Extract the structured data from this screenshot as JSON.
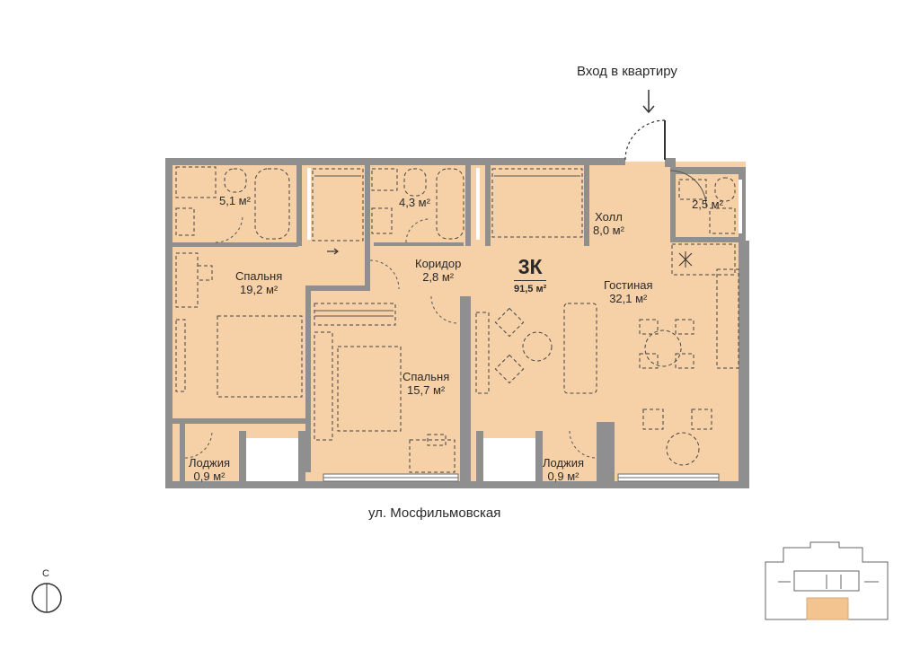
{
  "entrance_label": "Вход в квартиру",
  "street_label": "ул. Мосфильмовская",
  "compass_label": "С",
  "apartment": {
    "type": "3К",
    "total_area": "91,5 м²"
  },
  "rooms": {
    "bath1": {
      "area": "5,1 м²"
    },
    "bath2": {
      "area": "4,3 м²"
    },
    "wc": {
      "area": "2,5 м²"
    },
    "hall": {
      "name": "Холл",
      "area": "8,0 м²"
    },
    "corridor": {
      "name": "Коридор",
      "area": "2,8 м²"
    },
    "bedroom1": {
      "name": "Спальня",
      "area": "19,2 м²"
    },
    "bedroom2": {
      "name": "Спальня",
      "area": "15,7 м²"
    },
    "living": {
      "name": "Гостиная",
      "area": "32,1 м²"
    },
    "loggia1": {
      "name": "Лоджия",
      "area": "0,9 м²"
    },
    "loggia2": {
      "name": "Лоджия",
      "area": "0,9 м²"
    }
  },
  "colors": {
    "floor": "#f6d1a7",
    "wall": "#8f8f8f",
    "furniture": "#3a3a3a",
    "accent": "#f3c48f"
  }
}
